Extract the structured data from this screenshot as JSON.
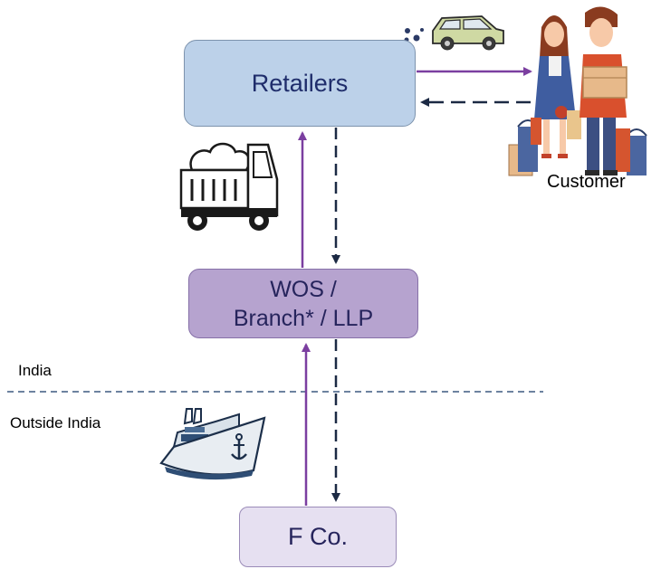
{
  "nodes": {
    "retailers": "Retailers",
    "wos_line1": "WOS /",
    "wos_line2": "Branch* / LLP",
    "fco": "F Co.",
    "customer": "Customer"
  },
  "regions": {
    "india": "India",
    "outside_india": "Outside India"
  },
  "colors": {
    "goods_flow": "#7b3fa0",
    "payment_flow": "#1c2a44",
    "divider": "#3d5a80",
    "retailers_fill": "#bcd1e9",
    "wos_fill": "#b6a3cf",
    "fco_fill": "#e6e0f1"
  },
  "icons": {
    "car": "car-icon",
    "truck": "truck-icon",
    "ship": "ship-icon",
    "customers": "customers-icon"
  }
}
